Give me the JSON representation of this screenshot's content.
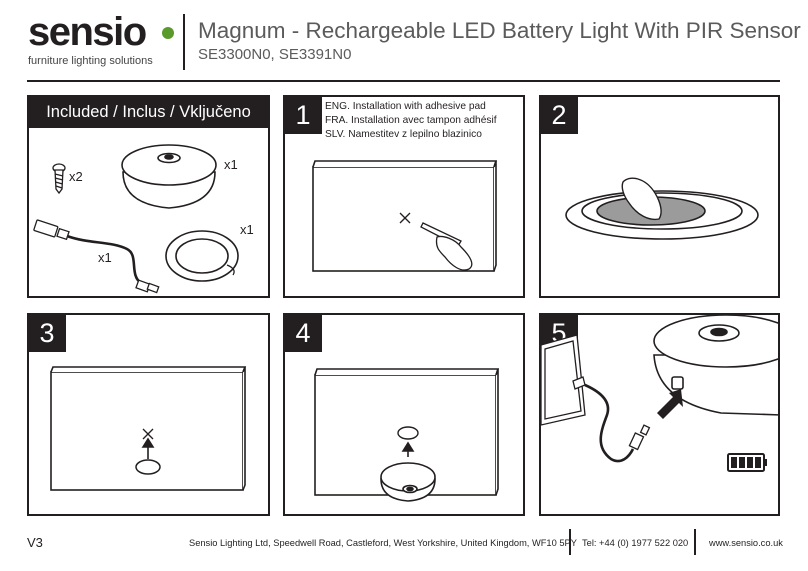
{
  "brand": {
    "logo_word": "sensio",
    "tagline": "furniture lighting solutions",
    "accent_color": "#5a9a2b"
  },
  "header": {
    "title": "Magnum - Rechargeable LED Battery Light With PIR Sensor",
    "subtitle": "SE3300N0, SE3391N0"
  },
  "included": {
    "heading": "Included / Inclus / Vključeno",
    "items": [
      {
        "icon": "screw-icon",
        "qty": "x2"
      },
      {
        "icon": "light-unit-icon",
        "qty": "x1"
      },
      {
        "icon": "usb-cable-icon",
        "qty": "x1"
      },
      {
        "icon": "adhesive-pad-icon",
        "qty": "x1"
      }
    ]
  },
  "steps": [
    {
      "number": "1",
      "lines": [
        "ENG. Installation with adhesive pad",
        "FRA. Installation avec tampon adhésif",
        "SLV. Namestitev z lepilno blazinico"
      ]
    },
    {
      "number": "2"
    },
    {
      "number": "3"
    },
    {
      "number": "4"
    },
    {
      "number": "5"
    }
  ],
  "footer": {
    "version": "V3",
    "address": "Sensio Lighting Ltd, Speedwell Road, Castleford, West Yorkshire, United Kingdom, WF10 5PY",
    "phone": "Tel: +44 (0) 1977 522 020",
    "website": "www.sensio.co.uk"
  }
}
